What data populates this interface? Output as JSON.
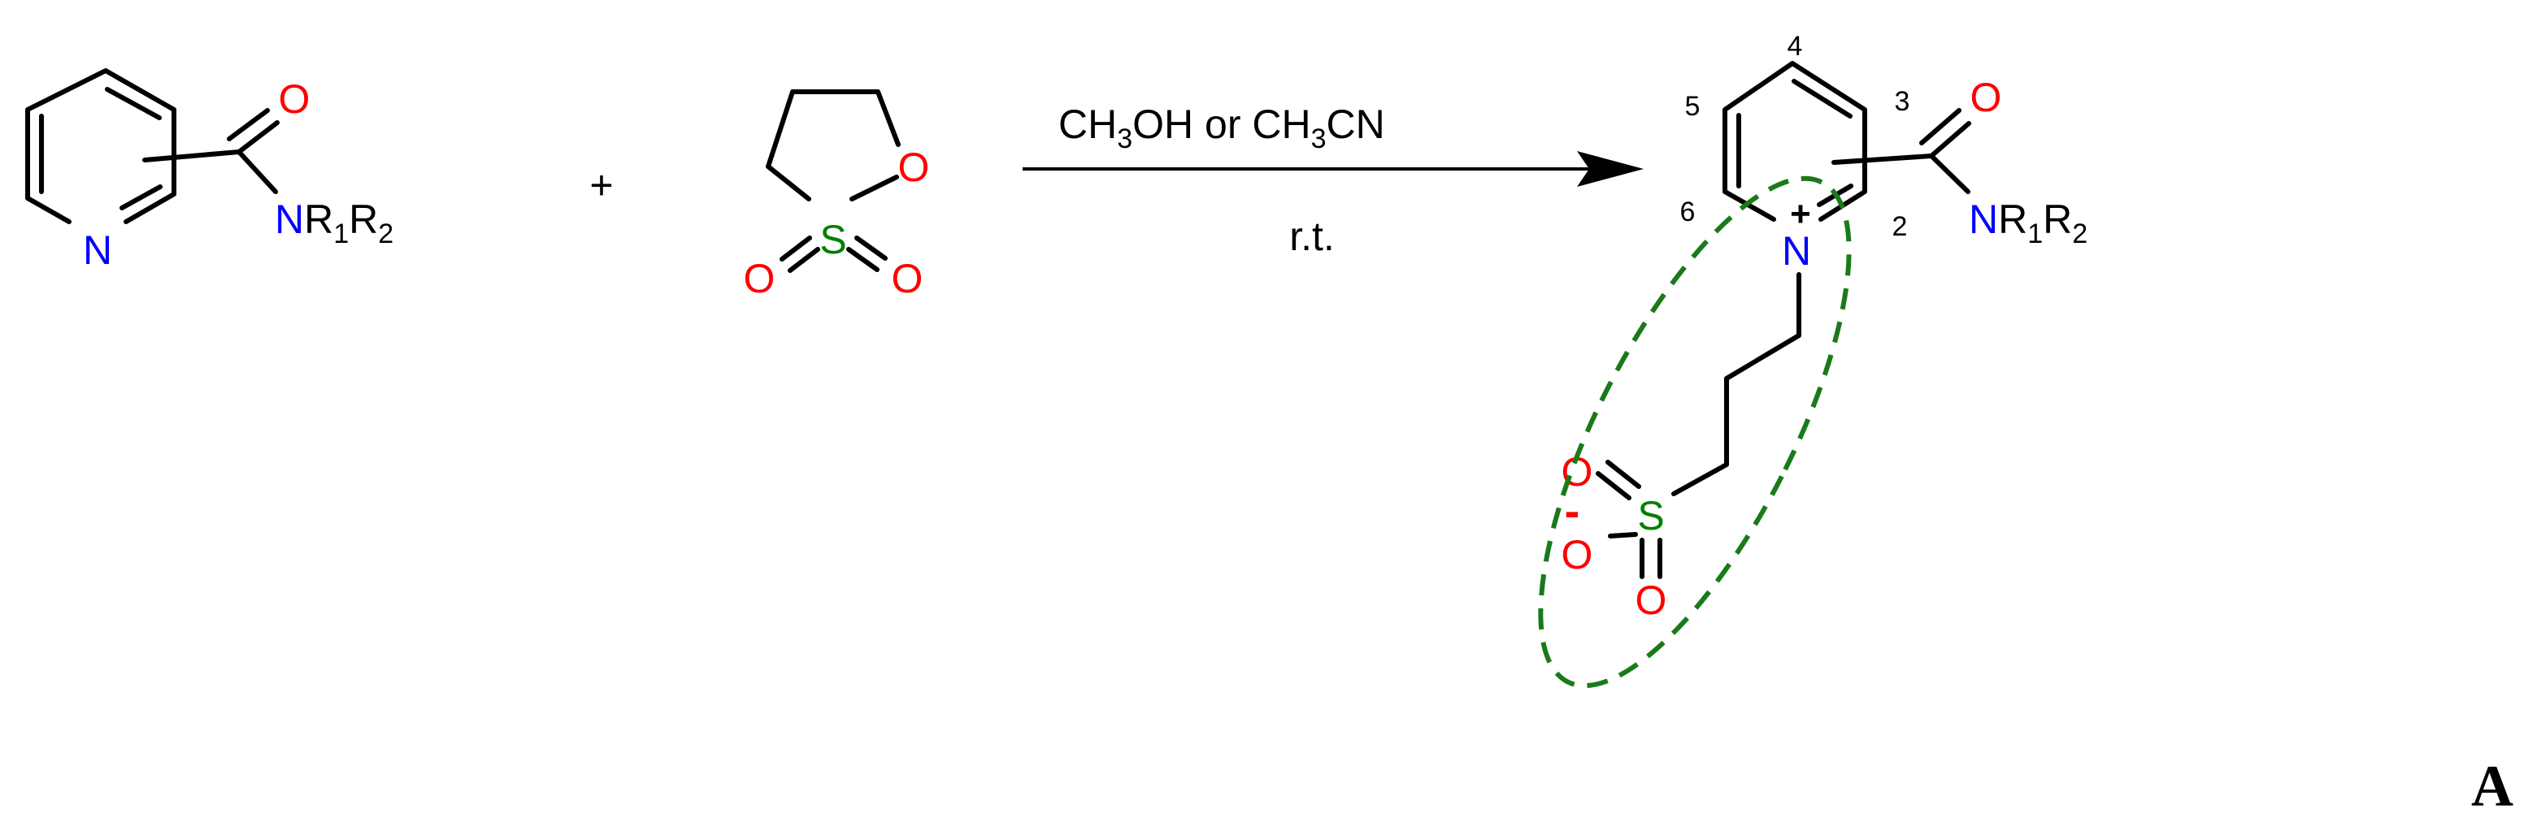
{
  "colors": {
    "bond": "#000000",
    "oxygen": "#ff0000",
    "nitrogen": "#0000ff",
    "sulfur": "#008000",
    "highlight": "#1a7a1a"
  },
  "reactant1": {
    "ring_n": "N",
    "carbonyl_o": "O",
    "amide_n": "N",
    "r1": "R",
    "r1_sub": "1",
    "r2": "R",
    "r2_sub": "2"
  },
  "plus_sign": "+",
  "reactant2": {
    "ring_o": "O",
    "s": "S",
    "o_left": "O",
    "o_right": "O"
  },
  "conditions": {
    "solvent_1": "CH",
    "solvent_1_sub": "3",
    "solvent_1_tail": "OH or CH",
    "solvent_2_sub": "3",
    "solvent_2_tail": "CN",
    "below": "r.t."
  },
  "product": {
    "ring_n": "N",
    "ring_charge": "+",
    "carbonyl_o": "O",
    "amide_n": "N",
    "r1": "R",
    "r1_sub": "1",
    "r2": "R",
    "r2_sub": "2",
    "s": "S",
    "o_top": "O",
    "o_left": "O",
    "o_minus": "-",
    "o_bottom": "O",
    "positions": [
      "4",
      "5",
      "3",
      "6",
      "2"
    ]
  },
  "panel_label": "A"
}
